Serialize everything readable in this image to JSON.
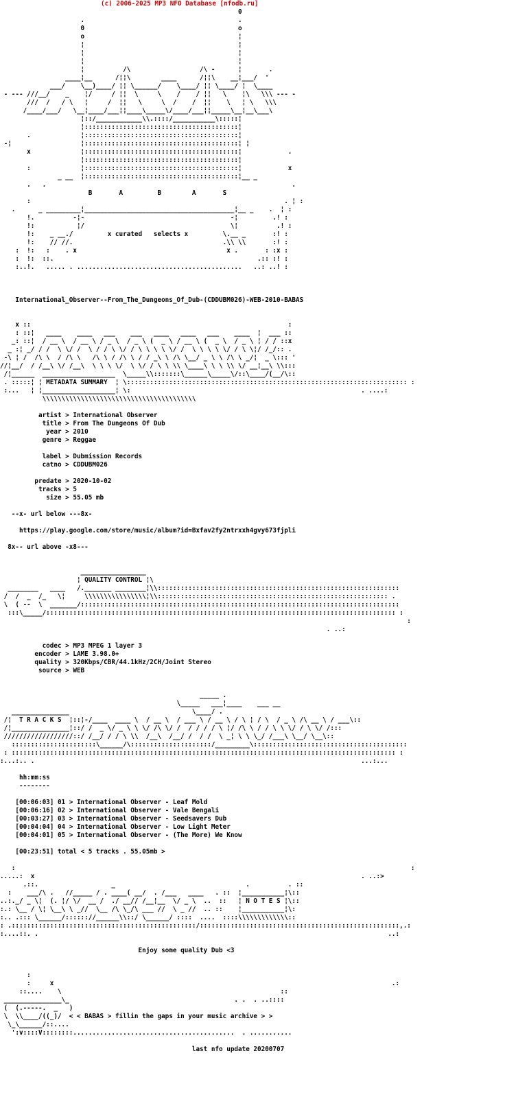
{
  "header": {
    "copyright_line": "(c) 2006-2025 MP3 NFO Database [nfodb.ru]",
    "color": "#d40000"
  },
  "release": {
    "name": "International_Observer--From_The_Dungeons_Of_Dub-(CDDUBM026)-WEB-2010-BABAS",
    "group": "BABAS",
    "group_letters": "B A B A S",
    "tagline": "x curated   selects x",
    "sections": [
      "METADATA SUMMARY",
      "QUALITY CONTROL",
      "TRACKS",
      "NOTES"
    ],
    "metadata": {
      "artist": "International Observer",
      "title": "From The Dungeons Of Dub",
      "year": "2010",
      "genre": "Reggae",
      "label": "Dubmission Records",
      "catno": "CDDUBM026",
      "predate": "2020-10-02",
      "tracks": "5",
      "size": "55.05 mb"
    },
    "url_marker_top": "--x- url below ---8x-",
    "url": "https://play.google.com/store/music/album?id=Bxfav2fy2ntrxxh4gvy673fjpli",
    "url_marker_bottom": "8x-- url above -x8---",
    "quality": {
      "codec": "MP3 MPEG 1 layer 3",
      "encoder": "LAME 3.98.0+",
      "quality": "320Kbps/CBR/44.1kHz/2CH/Joint Stereo",
      "source": "WEB"
    },
    "tracklist_header": "hh:mm:ss",
    "tracklist": [
      {
        "time": "00:06:03",
        "num": "01",
        "entry": "International Observer - Leaf Mold"
      },
      {
        "time": "00:06:16",
        "num": "02",
        "entry": "International Observer - Vale Bengali"
      },
      {
        "time": "00:03:27",
        "num": "03",
        "entry": "International Observer - Seedsavers Dub"
      },
      {
        "time": "00:04:04",
        "num": "04",
        "entry": "International Observer - Low Light Meter"
      },
      {
        "time": "00:04:01",
        "num": "05",
        "entry": "International Observer - (The More) We Know"
      }
    ],
    "total_line": "[00:23:51] total < 5 tracks . 55.05mb >",
    "notes": "Enjoy some quality Dub <3",
    "footer_slogan": "< < BABAS > fillin the gaps in your music archive > >",
    "last_update": "last nfo update 20200707"
  },
  "nfo": {
    "lines": [
      "                                                              0",
      "                     .                                        .",
      "                     0                                        o",
      "                     o                                        ¦",
      "                     ¦                                        ¦",
      "                     ¦                                        ¦",
      "                     ¦                                        ¦",
      "                     ¦          /\\                  /\\ -      ¦       .",
      "                 ____¦__      /¦¦\\        ____      /¦¦\\    __¦___/  '",
      "             ___/    \\__)____/ ¦¦ \\______/    \\____/ ¦¦ \\____/ ¦  \\____",
      " - --- ///__/    _    ¦/     / ¦¦  \\     \\    /    / ¦¦   \\    ¦\\   \\\\\\ --- -",
      "       ///  /   / \\   ¦     /  ¦¦   \\     \\  /    /  ¦¦    \\   ¦ \\   \\\\\\",
      "      /____/___/   \\__¦____/___¦¦____\\_____\\/____/___¦¦_____\\__¦__\\___\\",
      "                     ¦::/____________\\\\.::::/___________\\:::::¦",
      "                     ¦::::::::::::::::::::::::::::::::::::::::¦",
      "       .             ¦::::::::::::::::::::::::::::::::::::::::¦",
      " -¦                  ¦::::::::::::::::::::::::::::::::::::::::¦ ¦",
      "       x             ¦::::::::::::::::::::::::::::::::::::::::¦            .",
      "                     ¦::::::::::::::::::::::::::::::::::::::::¦",
      "       :             ¦::::::::::::::::::::::::::::::::::::::::¦            x",
      "               _ __  ¦::::::::::::::::::::::::::::::::::::::::¦__ _",
      "       .   .                                                                .",
      "                       B       A         B        A       S",
      "       :                                                                  . ¦ :",
      "   .      _ _________¦_______________________________________¦__ _    .  ¦ :",
      "       !.          -¦-                                      -¦         .! :",
      "       !:           ¦/                                      \\¦          .! :",
      "       !:    _ __./         x curated   selects x         \\.__ _       :! :",
      "       !:    // //.                                       .\\\\ \\\\       :! :",
      "    :  !:   :    . x                                       x .       : :x :",
      "    :  !:  ::.                                                     .:: :! :",
      "    :..!.   ..... . ...........................................   ..: ..! :",
      "",
      "",
      "",
      "    International_Observer--From_The_Dungeons_Of_Dub-(CDDUBM026)-WEB-2010-BABAS",
      "",
      "",
      "    x ::                                                                   :",
      "    : ::¦   ____    ____   ___    ___   ____   ____   ___    ____  ¦  ___ ::",
      "   _: ::¦  / __ \\  / __ \\ / _ \\  / _ \\ (  _ \\ / __ \\ (  _ \\  / _ \\ ¦ / / ::x",
      "  _ :¦ _/ / /  \\ \\/ /  \\ / / \\ \\/ / \\ \\ \\ \\ \\/ /  \\ \\ \\ \\ \\/ / \\ \\¦/ /_/:: .",
      " -\\ ¦ /  /\\ \\  / /\\ \\   /\\ \\ / /\\ \\ / / _\\ \\ /\\ \\__/ _ \\ \\ /\\ \\ _/¦  _ \\::: '",
      "//¦__/  / /__\\ \\/ /__\\  \\ \\ \\ \\/  \\ \\/ / \\ \\ \\\\ \\____\\ \\ \\ \\\\ \\/ __¦__\\ \\\\:::",
      " /¦______  ___________________  \\_____\\\\:::::::\\______\\_____\\/::\\____/(__/\\::",
      " . :::::¦ ¦ METADATA SUMMARY  ¦ \\::::::::::::::::::::::::::::::::::::::::::::::::::::::::::::::::::::::::: :",
      " :...   ¦ ¦___________________¦ \\:                                                            . ....:",
      "           \\\\\\\\\\\\\\\\\\\\\\\\\\\\\\\\\\\\\\\\\\\\\\\\\\\\\\\\\\\\\\\\\\\\\\\\\\\\\\\\",
      "",
      "          artist > International Observer",
      "           title > From The Dungeons Of Dub",
      "            year > 2010",
      "           genre > Reggae",
      "",
      "           label > Dubmission Records",
      "           catno > CDDUBM026",
      "",
      "         predate > 2020-10-02",
      "          tracks > 5",
      "            size > 55.05 mb",
      "",
      "   --x- url below ---8x-",
      "",
      "     https://play.google.com/store/music/album?id=Bxfav2fy2ntrxxh4gvy673fjpli",
      "",
      "  8x-- url above -x8---",
      "",
      "",
      "                     _________________",
      "                    ¦ QUALITY CONTROL ¦\\",
      "  ________   ____   /._______ ________¦\\\\:::::::::::::::::::::::::::::::::::::::::::::::::::::::::::::::",
      " /  /  _  /_   \\¦     \\\\\\\\\\\\\\\\\\\\\\\\\\\\\\\\¦\\\\:::::::::::::::::::::::::::::::::::::::::::::::::::::::::::: .",
      " \\  ( --  \\  _______/:::::::::::::::::::::::::::::::::::::::::::::::::::::::::::::::::::::::::::::::::::",
      "  :::\\_____/::::::::::::::::::::::::::::::::::::::::::::::::::::::::::::::::::::::::::::::::::::::::::: :",
      "                                                                                                          :",
      "                                                                                     . ..:",
      "",
      "           codec > MP3 MPEG 1 layer 3",
      "         encoder > LAME 3.98.0+",
      "         quality > 320Kbps/CBR/44.1kHz/2CH/Joint Stereo",
      "          source > WEB",
      "",
      "",
      "                                                    _____ .",
      "                                              \\_____   ___¦____    ___ __",
      "   _______________                                \\____/ .",
      " /¦  T R A C K S  ¦::¦-/____  ____ \\  / __ \\  / ___ \\ / __ \\ / \\ ¦ / \\  / _ \\ /\\ __ \\ / ___\\::",
      " /¦_______________¦::/ /  _ \\/ _ \\ \\ \\/ /\\ \\/ /  / / / / \\ ¦/ /\\ \\ / / \\ \\ \\/ / \\ \\/ /:::",
      " //////////////////::/ /__/ / / \\ \\\\  /__\\  /__/ /  / /  \\ _¦ \\ \\ \\_/ /___\\ \\__/ \\__\\::",
      "   ::::::::::::::::::::::\\______/\\:::::::::::::::::::::/_________\\::::::::::::::::::::::::::::::::::::::::",
      " : :::::::::::::::::::::::::::::::::::::::::::::::::::::::::::::::::::::::::::::::::::::::::::::::::::: :",
      ":...:.. .                                                                                     ...:...",
      "",
      "     hh:mm:ss",
      "     --------",
      "",
      "    [00:06:03] 01 > International Observer - Leaf Mold",
      "    [00:06:16] 02 > International Observer - Vale Bengali",
      "    [00:03:27] 03 > International Observer - Seedsavers Dub",
      "    [00:04:04] 04 > International Observer - Low Light Meter",
      "    [00:04:01] 05 > International Observer - (The More) We Know",
      "",
      "    [00:23:51] total < 5 tracks . 55.05mb >",
      "",
      "   :                                                                                                       :",
      ".....:  x                                                                                     . ..:>",
      "      .::.                   _                                  .          . ::",
      "  :    ___/\\ .   //_____ / . ____( __/  . /___   ____   . ::  ¦___________¦\\::",
      "..:._/ _ \\¦  (. ¦/ \\/  __ /  ./ __// /__¦__  \\/ _ \\  ..  ::   ¦ N O T E S ¦\\::",
      ":.: \\__ / \\¦ \\__\\ \\ _//  \\__ /\\ \\_/\\ ___ //  \\ _ //  .. ::    ¦___________¦\\:",
      ":.. .::: \\______/:::::://______\\\\::/ \\______/ ::::  ....  ::::\\\\\\\\\\\\\\\\\\\\\\\\\\::",
      ": .::::::::::::::::::::::::::::::::::::::::::::::::/::::::::::::::::::::::::::::::::::::::::::::::::::::,.:",
      ":....::. .                                                                                           ..:",
      "",
      "                                    Enjoy some quality Dub <3",
      "",
      "",
      "       :",
      "       :     x                                                                                        .:",
      "     ::....    \\                                                         ::",
      " _______________\\_                                           . .  . ..::::",
      " (  (.-----.  _   )",
      " \\  \\\\____/((_)/  < < BABAS > fillin the gaps in your music archive > >",
      "  \\_\\______/::....",
      "   ':v::::V::::::::..........................................  . ...........",
      "",
      "                                                  last nfo update 20200707",
      "",
      "",
      "",
      "",
      ""
    ]
  }
}
